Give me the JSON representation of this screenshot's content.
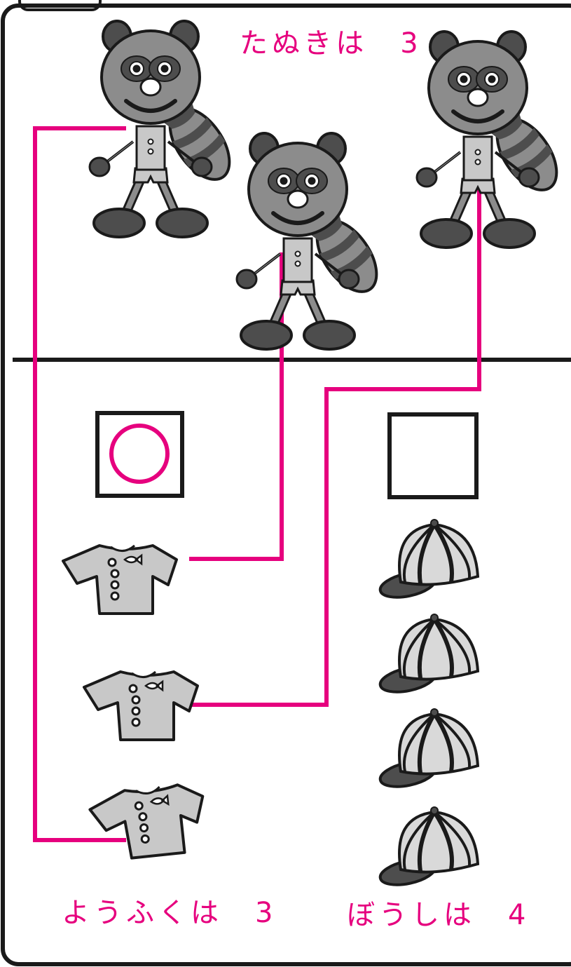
{
  "colors": {
    "accent": "#e6007e",
    "outline": "#1a1a1a",
    "raccoon_body": "#8c8c8c",
    "raccoon_dark": "#4d4d4d",
    "clothing": "#c8c8c8",
    "cap_light": "#d9d9d9",
    "cap_dark": "#4d4d4d"
  },
  "top_section": {
    "label": "たぬきは　3",
    "item_name": "raccoon",
    "count": 3
  },
  "bottom_left": {
    "label": "ようふくは　3",
    "item_name": "shirt",
    "count": 3,
    "answer_box_mark": "circle"
  },
  "bottom_right": {
    "label": "ぼうしは　4",
    "item_name": "cap",
    "count": 4,
    "answer_box_mark": "empty"
  }
}
